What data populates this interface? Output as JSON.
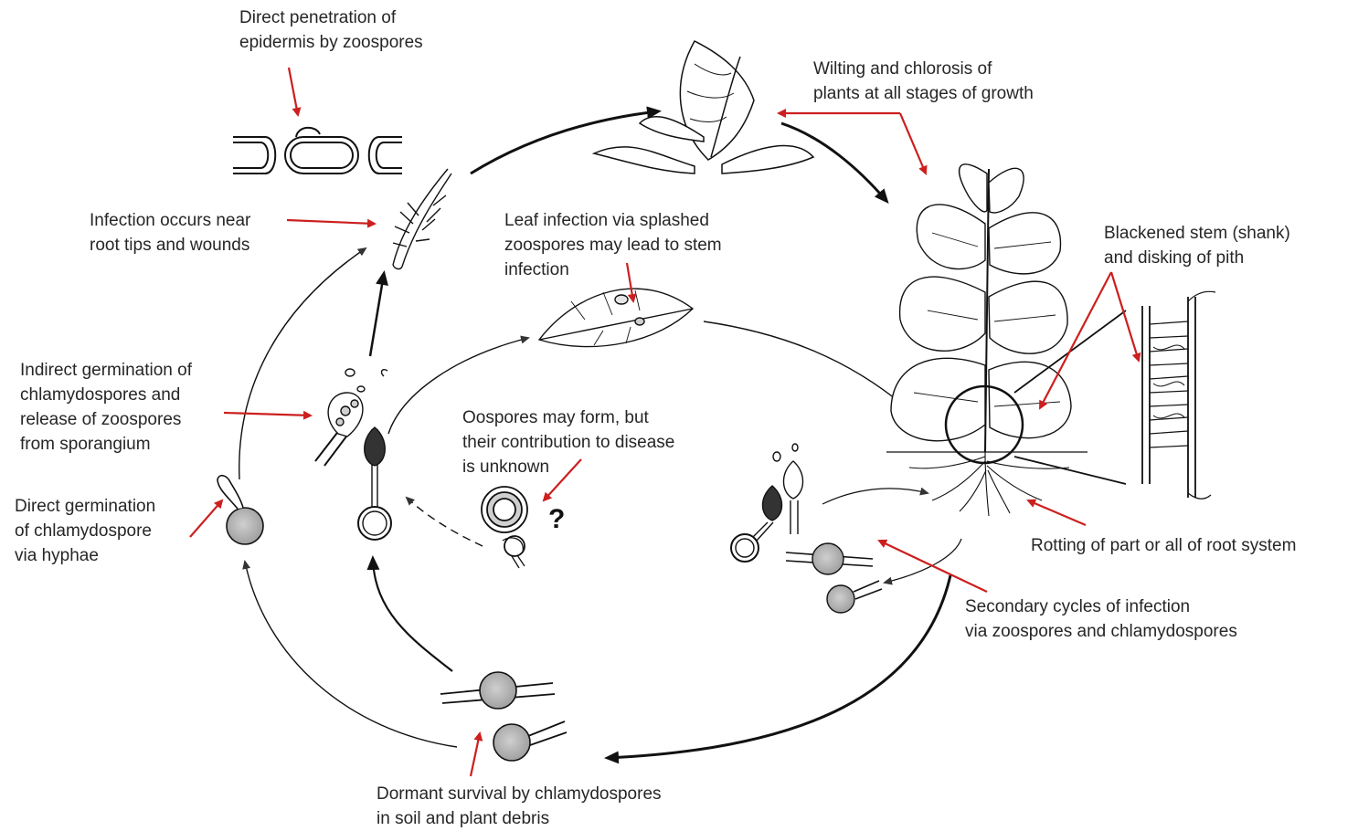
{
  "labels": {
    "direct_penetration": "Direct penetration of\nepidermis by zoospores",
    "wilting": "Wilting and chlorosis of\nplants at all stages of growth",
    "infection_root_tips": "Infection occurs near\nroot tips and wounds",
    "leaf_infection": "Leaf infection via splashed\nzoospores may lead to stem\ninfection",
    "blackened_stem": "Blackened stem (shank)\nand disking of pith",
    "indirect_germination": "Indirect germination of\nchlamydospores and\nrelease of zoospores\nfrom sporangium",
    "oospores": "Oospores may form, but\ntheir contribution to disease\nis unknown",
    "question_mark": "?",
    "direct_germination": "Direct germination\nof chlamydospore\nvia hyphae",
    "rotting": "Rotting of part or all of root system",
    "secondary_cycles": "Secondary cycles of infection\nvia zoospores and chlamydospores",
    "dormant_survival": "Dormant survival by chlamydospores\nin soil and plant debris"
  },
  "colors": {
    "annotation_arrow": "#cc1f1f",
    "cycle_line": "#111111",
    "spore_fill": "#bdbdbd",
    "text": "#262626"
  }
}
